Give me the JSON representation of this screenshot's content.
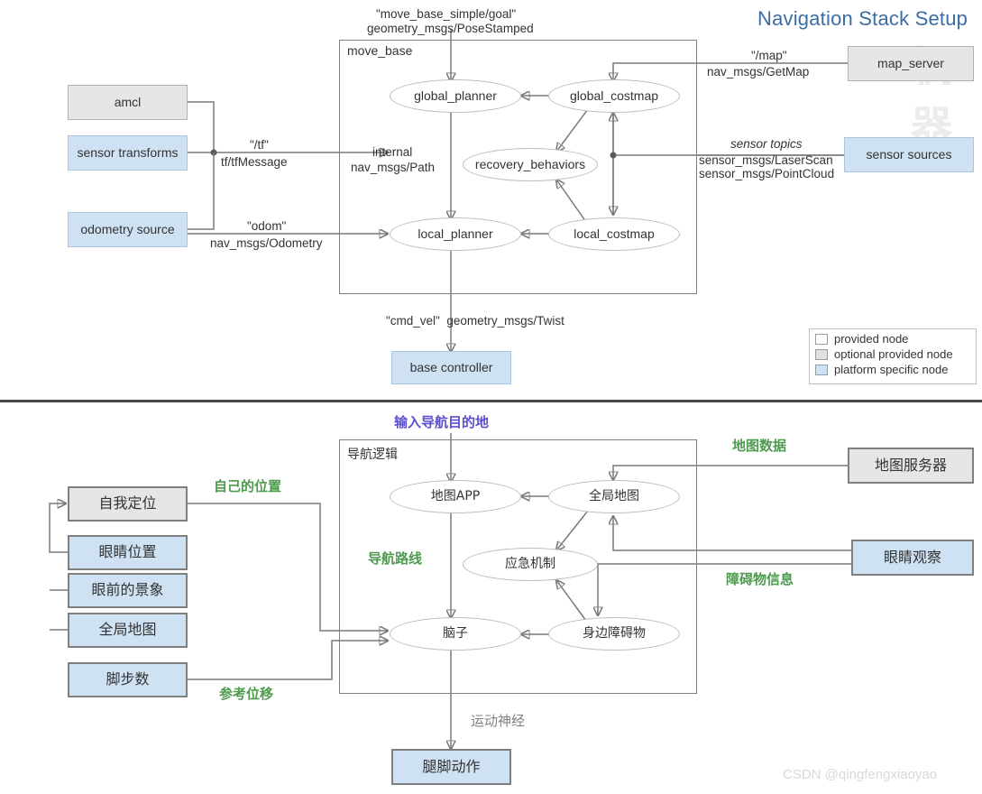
{
  "top": {
    "title": "Navigation Stack Setup",
    "container": {
      "label": "move_base"
    },
    "ellipses": {
      "global_planner": "global_planner",
      "global_costmap": "global_costmap",
      "recovery_behaviors": "recovery_behaviors",
      "local_planner": "local_planner",
      "local_costmap": "local_costmap"
    },
    "left_nodes": {
      "amcl": "amcl",
      "sensor_transforms": "sensor transforms",
      "odometry_source": "odometry source"
    },
    "right_nodes": {
      "map_server": "map_server",
      "sensor_sources": "sensor sources"
    },
    "bottom_node": {
      "base_controller": "base controller"
    },
    "edge_labels": {
      "goal_topic": "\"move_base_simple/goal\"",
      "goal_type": "geometry_msgs/PoseStamped",
      "tf_topic": "\"/tf\"",
      "tf_type": "tf/tfMessage",
      "odom_topic": "\"odom\"",
      "odom_type": "nav_msgs/Odometry",
      "internal": "internal",
      "internal_type": "nav_msgs/Path",
      "map_topic": "\"/map\"",
      "map_type": "nav_msgs/GetMap",
      "sensor_topics": "sensor topics",
      "sensor_type1": "sensor_msgs/LaserScan",
      "sensor_type2": "sensor_msgs/PointCloud",
      "cmd_vel": "\"cmd_vel\"  geometry_msgs/Twist"
    },
    "legend": [
      {
        "swatch": "white",
        "label": "provided node"
      },
      {
        "swatch": "gray",
        "label": "optional provided node"
      },
      {
        "swatch": "blue",
        "label": "platform specific node"
      }
    ]
  },
  "bottom": {
    "container": {
      "label": "导航逻辑"
    },
    "ellipses": {
      "map_app": "地图APP",
      "global_map": "全局地图",
      "emergency": "应急机制",
      "brain": "脑子",
      "obstacles": "身边障碍物"
    },
    "left_nodes": {
      "self_localization": "自我定位",
      "eye_position": "眼睛位置",
      "eye_scene": "眼前的景象",
      "global_map": "全局地图",
      "step_count": "脚步数"
    },
    "right_nodes": {
      "map_server": "地图服务器",
      "eye_observation": "眼睛观察"
    },
    "bottom_node": {
      "leg_action": "腿脚动作"
    },
    "edge_labels": {
      "input_goal": "输入导航目的地",
      "own_position": "自己的位置",
      "nav_route": "导航路线",
      "map_data": "地图数据",
      "obstacle_info": "障碍物信息",
      "reference_displacement": "参考位移",
      "motor_nerve": "运动神经"
    }
  },
  "watermarks": {
    "csdn": "CSDN @qingfengxiaoyao",
    "cn_mark": "机器"
  },
  "colors": {
    "title_blue": "#3b6ea5",
    "node_blue": "#cfe2f3",
    "node_gray": "#e6e6e6",
    "green_label": "#4e9a4e",
    "purple_label": "#5b4fcf",
    "line_gray": "#7a7a7a"
  }
}
